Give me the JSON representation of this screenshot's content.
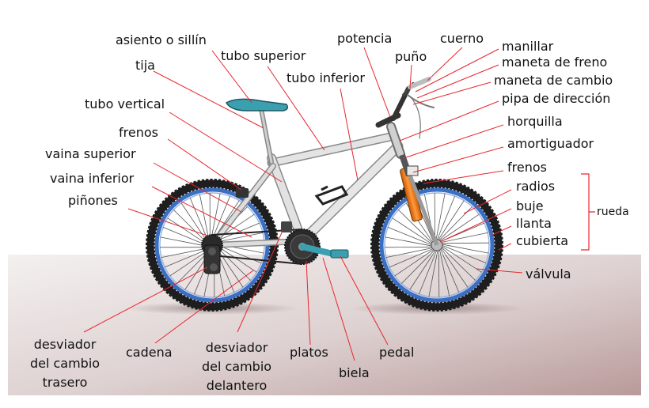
{
  "labels": {
    "asiento": "asiento o sillín",
    "tija": "tija",
    "tubo_superior": "tubo superior",
    "tubo_inferior": "tubo inferior",
    "tubo_vertical": "tubo vertical",
    "frenos_trasero": "frenos",
    "vaina_superior": "vaina superior",
    "vaina_inferior": "vaina inferior",
    "pinones": "piñones",
    "potencia": "potencia",
    "puno": "puño",
    "cuerno": "cuerno",
    "manillar": "manillar",
    "maneta_freno": "maneta de freno",
    "maneta_cambio": "maneta de cambio",
    "pipa_direccion": "pipa de dirección",
    "horquilla": "horquilla",
    "amortiguador": "amortiguador",
    "frenos_delantero": "frenos",
    "radios": "radios",
    "buje": "buje",
    "llanta": "llanta",
    "cubierta": "cubierta",
    "rueda": "rueda",
    "valvula": "válvula",
    "desviador_trasero": "desviador\ndel cambio\ntrasero",
    "cadena": "cadena",
    "desviador_delantero": "desviador\ndel cambio\ndelantero",
    "platos": "platos",
    "biela": "biela",
    "pedal": "pedal"
  },
  "colors": {
    "leader_line": "#e8262d",
    "frame": "#d8d8d8",
    "tire": "#1a1a1a",
    "rim": "#3b6fc4",
    "fork": "#f07a1a",
    "seat": "#3aa0b0",
    "ground": "#c8a8a8"
  }
}
